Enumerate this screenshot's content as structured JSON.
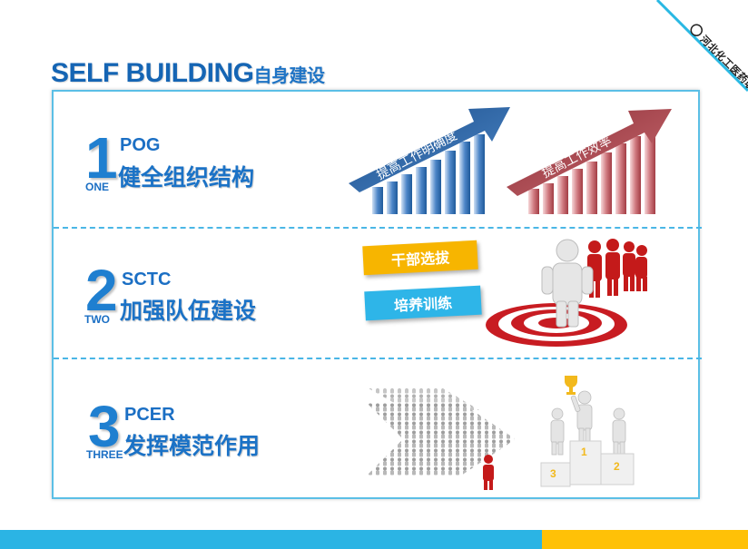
{
  "ribbon": {
    "text": "河北化工医药职业技术学院"
  },
  "header": {
    "title_en": "SELF BUILDING",
    "title_cn": "自身建设"
  },
  "sections": [
    {
      "number": "1",
      "number_word": "ONE",
      "code": "POG",
      "desc": "健全组织结构",
      "arrows": [
        "提高工作明确度",
        "提高工作效率"
      ]
    },
    {
      "number": "2",
      "number_word": "TWO",
      "code": "SCTC",
      "desc": "加强队伍建设",
      "tags": [
        "干部选拔",
        "培养训练"
      ]
    },
    {
      "number": "3",
      "number_word": "THREE",
      "code": "PCER",
      "desc": "发挥模范作用",
      "podium": [
        "1",
        "2",
        "3"
      ]
    }
  ],
  "colors": {
    "primary": "#1b72c6",
    "accent_blue": "#2bb4e4",
    "accent_yellow": "#ffc107",
    "arrow_blue": "#2e6aa8",
    "arrow_red": "#b4444e",
    "figure_red": "#c41a1a"
  }
}
